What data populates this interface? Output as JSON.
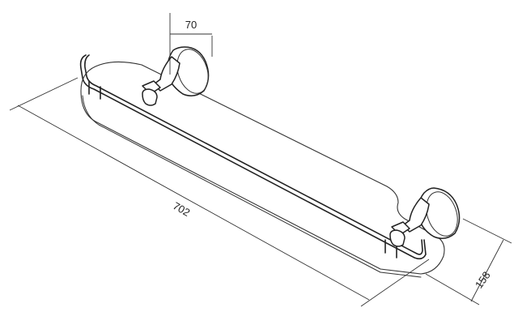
{
  "dimensions": {
    "bracket_width": "70",
    "shelf_length": "702",
    "shelf_depth": "158"
  }
}
